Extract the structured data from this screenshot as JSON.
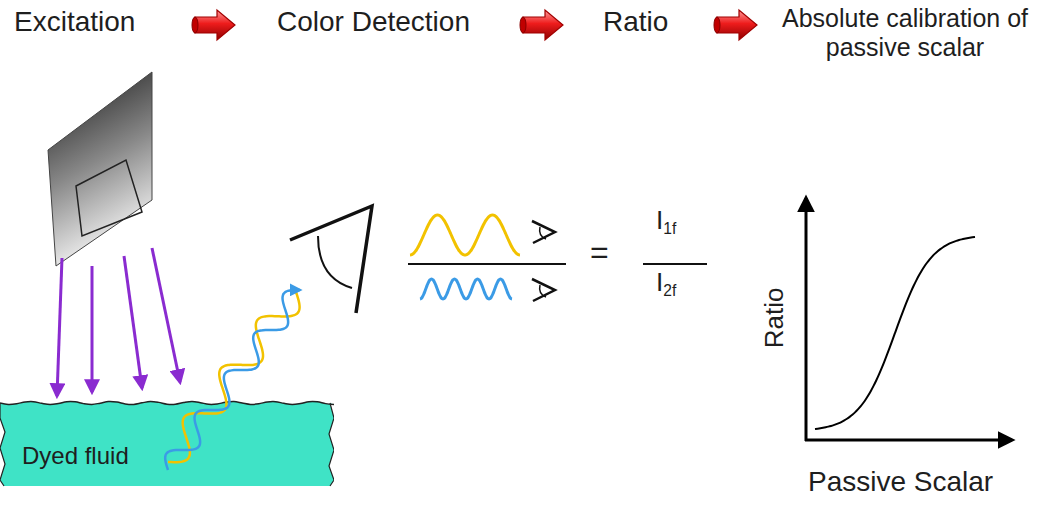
{
  "diagram": {
    "nodes": [
      {
        "text": [
          "Dyed fluid"
        ]
      }
    ],
    "labels": [
      "Excitation",
      "Color Detection",
      "Ratio",
      "Absolute calibration of passive scalar",
      "=",
      "I1f",
      "I2f",
      "Ratio",
      "Passive Scalar"
    ]
  }
}
